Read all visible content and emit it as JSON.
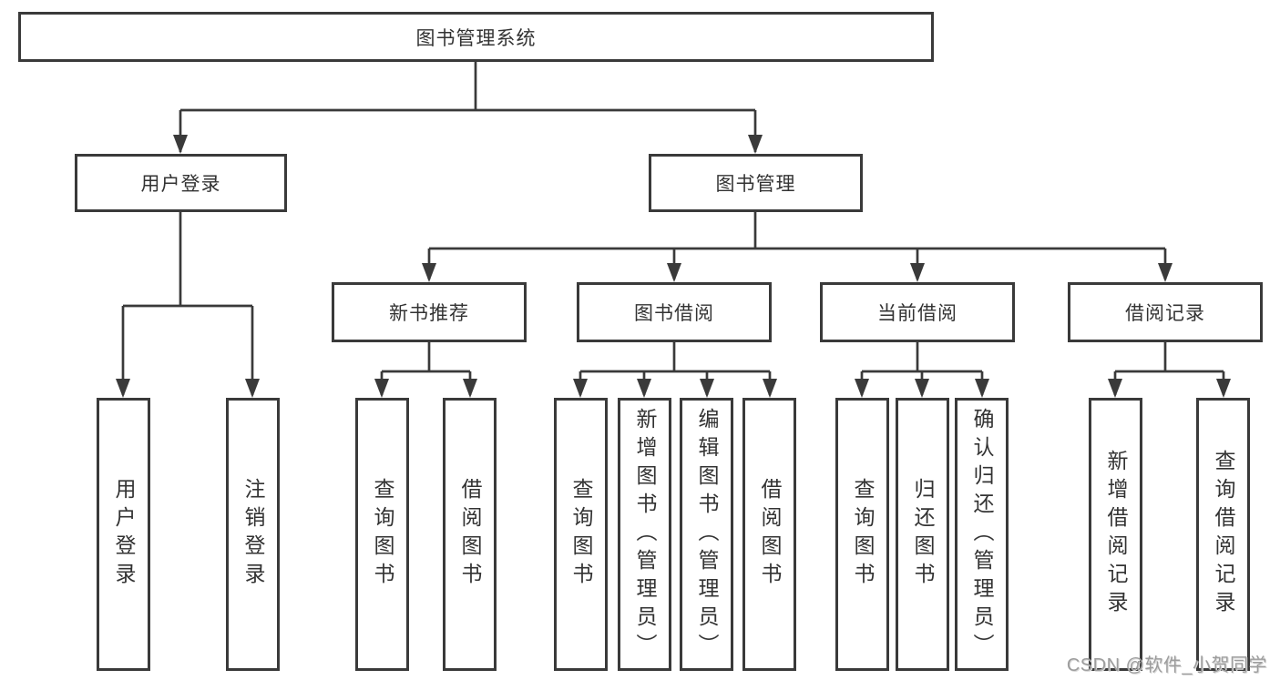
{
  "diagram_title": "图书管理系统",
  "colors": {
    "line": "#3a3a3a",
    "box_border": "#3a3a3a",
    "box_fill": "#ffffff",
    "text": "#333333",
    "watermark": "#9d9d9d"
  },
  "tree": {
    "root": {
      "label": "图书管理系统",
      "children": [
        {
          "label": "用户登录",
          "children": [
            {
              "label": "用户登录"
            },
            {
              "label": "注销登录"
            }
          ]
        },
        {
          "label": "图书管理",
          "children": [
            {
              "label": "新书推荐",
              "children": [
                {
                  "label": "查询图书"
                },
                {
                  "label": "借阅图书"
                }
              ]
            },
            {
              "label": "图书借阅",
              "children": [
                {
                  "label": "查询图书"
                },
                {
                  "label": "新增图书（管理员）"
                },
                {
                  "label": "编辑图书（管理员）"
                },
                {
                  "label": "借阅图书"
                }
              ]
            },
            {
              "label": "当前借阅",
              "children": [
                {
                  "label": "查询图书"
                },
                {
                  "label": "归还图书"
                },
                {
                  "label": "确认归还（管理员）"
                }
              ]
            },
            {
              "label": "借阅记录",
              "children": [
                {
                  "label": "新增借阅记录"
                },
                {
                  "label": "查询借阅记录"
                }
              ]
            }
          ]
        }
      ]
    }
  },
  "watermark": {
    "text": "CSDN @软件_小贺同学"
  }
}
